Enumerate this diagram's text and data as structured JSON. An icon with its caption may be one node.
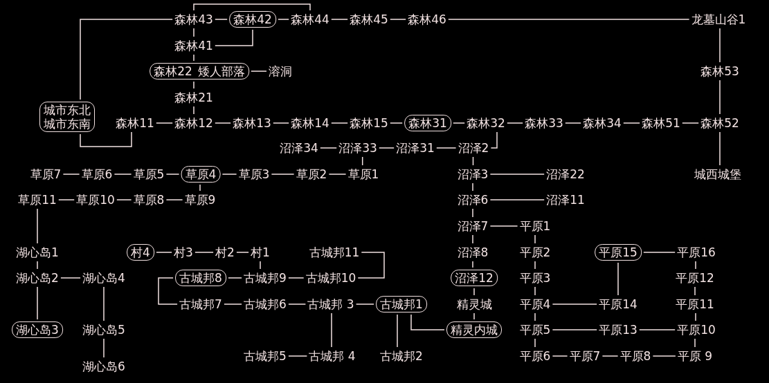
{
  "diagram": {
    "nodes": [
      {
        "text": [
          "森林43"
        ]
      },
      {
        "text": [
          "森林42"
        ]
      },
      {
        "text": [
          "森林44"
        ]
      },
      {
        "text": [
          "森林45"
        ]
      },
      {
        "text": [
          "森林46"
        ]
      },
      {
        "text": [
          "龙墓山谷1"
        ]
      },
      {
        "text": [
          "森林41"
        ]
      },
      {
        "text": [
          "森林22",
          "矮人部落"
        ]
      },
      {
        "text": [
          "溶洞"
        ]
      },
      {
        "text": [
          "森林53"
        ]
      },
      {
        "text": [
          "森林21"
        ]
      },
      {
        "text": [
          "城市东北",
          "城市东南"
        ]
      },
      {
        "text": [
          "森林11"
        ]
      },
      {
        "text": [
          "森林12"
        ]
      },
      {
        "text": [
          "森林13"
        ]
      },
      {
        "text": [
          "森林14"
        ]
      },
      {
        "text": [
          "森林15"
        ]
      },
      {
        "text": [
          "森林31"
        ]
      },
      {
        "text": [
          "森林32"
        ]
      },
      {
        "text": [
          "森林33"
        ]
      },
      {
        "text": [
          "森林34"
        ]
      },
      {
        "text": [
          "森林51"
        ]
      },
      {
        "text": [
          "森林52"
        ]
      },
      {
        "text": [
          "沼泽34"
        ]
      },
      {
        "text": [
          "沼泽33"
        ]
      },
      {
        "text": [
          "沼泽31"
        ]
      },
      {
        "text": [
          "沼泽2"
        ]
      },
      {
        "text": [
          "草原7"
        ]
      },
      {
        "text": [
          "草原6"
        ]
      },
      {
        "text": [
          "草原5"
        ]
      },
      {
        "text": [
          "草原4"
        ]
      },
      {
        "text": [
          "草原3"
        ]
      },
      {
        "text": [
          "草原2"
        ]
      },
      {
        "text": [
          "草原1"
        ]
      },
      {
        "text": [
          "沼泽3"
        ]
      },
      {
        "text": [
          "沼泽22"
        ]
      },
      {
        "text": [
          "城西城堡"
        ]
      },
      {
        "text": [
          "草原11"
        ]
      },
      {
        "text": [
          "草原10"
        ]
      },
      {
        "text": [
          "草原8"
        ]
      },
      {
        "text": [
          "草原9"
        ]
      },
      {
        "text": [
          "沼泽6"
        ]
      },
      {
        "text": [
          "沼泽11"
        ]
      },
      {
        "text": [
          "沼泽7"
        ]
      },
      {
        "text": [
          "平原1"
        ]
      },
      {
        "text": [
          "湖心岛1"
        ]
      },
      {
        "text": [
          "村4"
        ]
      },
      {
        "text": [
          "村3"
        ]
      },
      {
        "text": [
          "村2"
        ]
      },
      {
        "text": [
          "村1"
        ]
      },
      {
        "text": [
          "古城邦11"
        ]
      },
      {
        "text": [
          "沼泽8"
        ]
      },
      {
        "text": [
          "平原2"
        ]
      },
      {
        "text": [
          "平原15"
        ]
      },
      {
        "text": [
          "平原16"
        ]
      },
      {
        "text": [
          "湖心岛2"
        ]
      },
      {
        "text": [
          "湖心岛4"
        ]
      },
      {
        "text": [
          "古城邦8"
        ]
      },
      {
        "text": [
          "古城邦9"
        ]
      },
      {
        "text": [
          "古城邦10"
        ]
      },
      {
        "text": [
          "沼泽12"
        ]
      },
      {
        "text": [
          "平原3"
        ]
      },
      {
        "text": [
          "平原12"
        ]
      },
      {
        "text": [
          "古城邦7"
        ]
      },
      {
        "text": [
          "古城邦6"
        ]
      },
      {
        "text": [
          "古城邦 3"
        ]
      },
      {
        "text": [
          "古城邦1"
        ]
      },
      {
        "text": [
          "精灵城"
        ]
      },
      {
        "text": [
          "平原4"
        ]
      },
      {
        "text": [
          "平原14"
        ]
      },
      {
        "text": [
          "平原11"
        ]
      },
      {
        "text": [
          "湖心岛3"
        ]
      },
      {
        "text": [
          "湖心岛5"
        ]
      },
      {
        "text": [
          "精灵内城"
        ]
      },
      {
        "text": [
          "平原5"
        ]
      },
      {
        "text": [
          "平原13"
        ]
      },
      {
        "text": [
          "平原10"
        ]
      },
      {
        "text": [
          "古城邦5"
        ]
      },
      {
        "text": [
          "古城邦 4"
        ]
      },
      {
        "text": [
          "古城邦2"
        ]
      },
      {
        "text": [
          "平原6"
        ]
      },
      {
        "text": [
          "平原7"
        ]
      },
      {
        "text": [
          "平原8"
        ]
      },
      {
        "text": [
          "平原 9"
        ]
      },
      {
        "text": [
          "湖心岛6"
        ]
      }
    ],
    "edges": [
      {
        "from": 0,
        "to": 1,
        "arrow": "none"
      },
      {
        "from": 1,
        "to": 2,
        "arrow": "none"
      },
      {
        "from": 2,
        "to": 3,
        "arrow": "none"
      },
      {
        "from": 3,
        "to": 4,
        "arrow": "none"
      },
      {
        "from": 4,
        "to": 5,
        "arrow": "none"
      },
      {
        "from": 0,
        "to": 2,
        "arrow": "none"
      },
      {
        "from": 0,
        "to": 11,
        "arrow": "none"
      },
      {
        "from": 0,
        "to": 6,
        "arrow": "none"
      },
      {
        "from": 1,
        "to": 6,
        "arrow": "none"
      },
      {
        "from": 6,
        "to": 7,
        "arrow": "none"
      },
      {
        "from": 7,
        "to": 8,
        "arrow": "none"
      },
      {
        "from": 7,
        "to": 10,
        "arrow": "none"
      },
      {
        "from": 10,
        "to": 13,
        "arrow": "none"
      },
      {
        "from": 11,
        "to": 12,
        "arrow": "none"
      },
      {
        "from": 12,
        "to": 13,
        "arrow": "none"
      },
      {
        "from": 13,
        "to": 14,
        "arrow": "none"
      },
      {
        "from": 14,
        "to": 15,
        "arrow": "none"
      },
      {
        "from": 15,
        "to": 16,
        "arrow": "none"
      },
      {
        "from": 16,
        "to": 17,
        "arrow": "none"
      },
      {
        "from": 17,
        "to": 18,
        "arrow": "none"
      },
      {
        "from": 18,
        "to": 19,
        "arrow": "none"
      },
      {
        "from": 19,
        "to": 20,
        "arrow": "none"
      },
      {
        "from": 20,
        "to": 21,
        "arrow": "none"
      },
      {
        "from": 21,
        "to": 22,
        "arrow": "none"
      },
      {
        "from": 5,
        "to": 9,
        "arrow": "none"
      },
      {
        "from": 9,
        "to": 22,
        "arrow": "none"
      },
      {
        "from": 22,
        "to": 36,
        "arrow": "none"
      },
      {
        "from": 18,
        "to": 26,
        "arrow": "none"
      },
      {
        "from": 23,
        "to": 24,
        "arrow": "none"
      },
      {
        "from": 24,
        "to": 25,
        "arrow": "none"
      },
      {
        "from": 25,
        "to": 26,
        "arrow": "none"
      },
      {
        "from": 24,
        "to": 33,
        "arrow": "none"
      },
      {
        "from": 27,
        "to": 28,
        "arrow": "none"
      },
      {
        "from": 28,
        "to": 29,
        "arrow": "none"
      },
      {
        "from": 29,
        "to": 30,
        "arrow": "none"
      },
      {
        "from": 30,
        "to": 31,
        "arrow": "none"
      },
      {
        "from": 31,
        "to": 32,
        "arrow": "none"
      },
      {
        "from": 32,
        "to": 33,
        "arrow": "none"
      },
      {
        "from": 30,
        "to": 40,
        "arrow": "none"
      },
      {
        "from": 37,
        "to": 38,
        "arrow": "none"
      },
      {
        "from": 38,
        "to": 39,
        "arrow": "none"
      },
      {
        "from": 39,
        "to": 40,
        "arrow": "none"
      },
      {
        "from": 37,
        "to": 45,
        "arrow": "none"
      },
      {
        "from": 45,
        "to": 55,
        "arrow": "none"
      },
      {
        "from": 55,
        "to": 56,
        "arrow": "none"
      },
      {
        "from": 55,
        "to": 71,
        "arrow": "none"
      },
      {
        "from": 56,
        "to": 72,
        "arrow": "none"
      },
      {
        "from": 72,
        "to": 84,
        "arrow": "none"
      },
      {
        "from": 46,
        "to": 47,
        "arrow": "none"
      },
      {
        "from": 47,
        "to": 48,
        "arrow": "none"
      },
      {
        "from": 48,
        "to": 49,
        "arrow": "none"
      },
      {
        "from": 49,
        "to": 58,
        "arrow": "none"
      },
      {
        "from": 50,
        "to": 59,
        "arrow": "none"
      },
      {
        "from": 57,
        "to": 58,
        "arrow": "none"
      },
      {
        "from": 58,
        "to": 59,
        "arrow": "none"
      },
      {
        "from": 57,
        "to": 63,
        "arrow": "none"
      },
      {
        "from": 63,
        "to": 64,
        "arrow": "none"
      },
      {
        "from": 64,
        "to": 65,
        "arrow": "none"
      },
      {
        "from": 65,
        "to": 66,
        "arrow": "none"
      },
      {
        "from": 65,
        "to": 78,
        "arrow": "none"
      },
      {
        "from": 77,
        "to": 78,
        "arrow": "none"
      },
      {
        "from": 66,
        "to": 79,
        "arrow": "none"
      },
      {
        "from": 66,
        "to": 73,
        "arrow": "none"
      },
      {
        "from": 26,
        "to": 34,
        "arrow": "none"
      },
      {
        "from": 34,
        "to": 41,
        "arrow": "none"
      },
      {
        "from": 41,
        "to": 43,
        "arrow": "none"
      },
      {
        "from": 43,
        "to": 51,
        "arrow": "none"
      },
      {
        "from": 51,
        "to": 60,
        "arrow": "none"
      },
      {
        "from": 60,
        "to": 67,
        "arrow": "none"
      },
      {
        "from": 67,
        "to": 73,
        "arrow": "none"
      },
      {
        "from": 34,
        "to": 35,
        "arrow": "none"
      },
      {
        "from": 41,
        "to": 42,
        "arrow": "none"
      },
      {
        "from": 43,
        "to": 44,
        "arrow": "none"
      },
      {
        "from": 44,
        "to": 52,
        "arrow": "none"
      },
      {
        "from": 52,
        "to": 61,
        "arrow": "none"
      },
      {
        "from": 61,
        "to": 68,
        "arrow": "none"
      },
      {
        "from": 68,
        "to": 74,
        "arrow": "none"
      },
      {
        "from": 74,
        "to": 80,
        "arrow": "none"
      },
      {
        "from": 68,
        "to": 69,
        "arrow": "none"
      },
      {
        "from": 69,
        "to": 53,
        "arrow": "none"
      },
      {
        "from": 53,
        "to": 54,
        "arrow": "none"
      },
      {
        "from": 54,
        "to": 62,
        "arrow": "none"
      },
      {
        "from": 62,
        "to": 70,
        "arrow": "none"
      },
      {
        "from": 70,
        "to": 76,
        "arrow": "none"
      },
      {
        "from": 76,
        "to": 83,
        "arrow": "none"
      },
      {
        "from": 74,
        "to": 75,
        "arrow": "none"
      },
      {
        "from": 75,
        "to": 76,
        "arrow": "none"
      },
      {
        "from": 80,
        "to": 81,
        "arrow": "none"
      },
      {
        "from": 81,
        "to": 82,
        "arrow": "none"
      },
      {
        "from": 82,
        "to": 83,
        "arrow": "none"
      }
    ]
  }
}
